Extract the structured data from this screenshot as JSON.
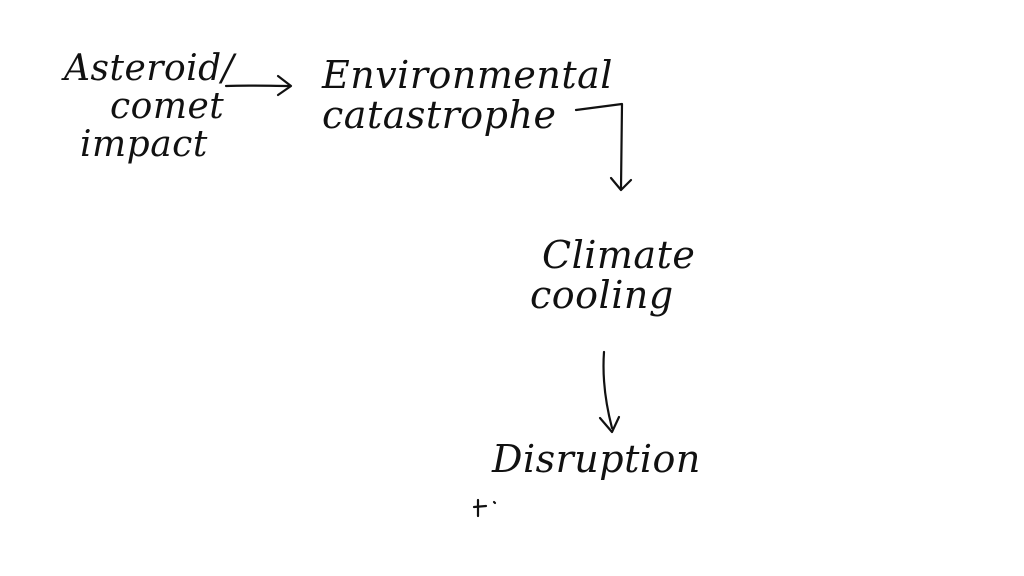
{
  "diagram": {
    "nodes": [
      {
        "id": "asteroid",
        "lines": [
          "Asteroid/",
          "comet",
          "impact"
        ]
      },
      {
        "id": "environmental",
        "lines": [
          "Environmental",
          "catastrophe"
        ]
      },
      {
        "id": "climate",
        "lines": [
          "Climate",
          "cooling"
        ]
      },
      {
        "id": "disruption",
        "lines": [
          "Disruption"
        ]
      }
    ],
    "edges": [
      {
        "from": "asteroid",
        "to": "environmental"
      },
      {
        "from": "environmental",
        "to": "climate"
      },
      {
        "from": "climate",
        "to": "disruption"
      }
    ],
    "colors": {
      "ink": "#111111",
      "background": "#ffffff"
    }
  }
}
